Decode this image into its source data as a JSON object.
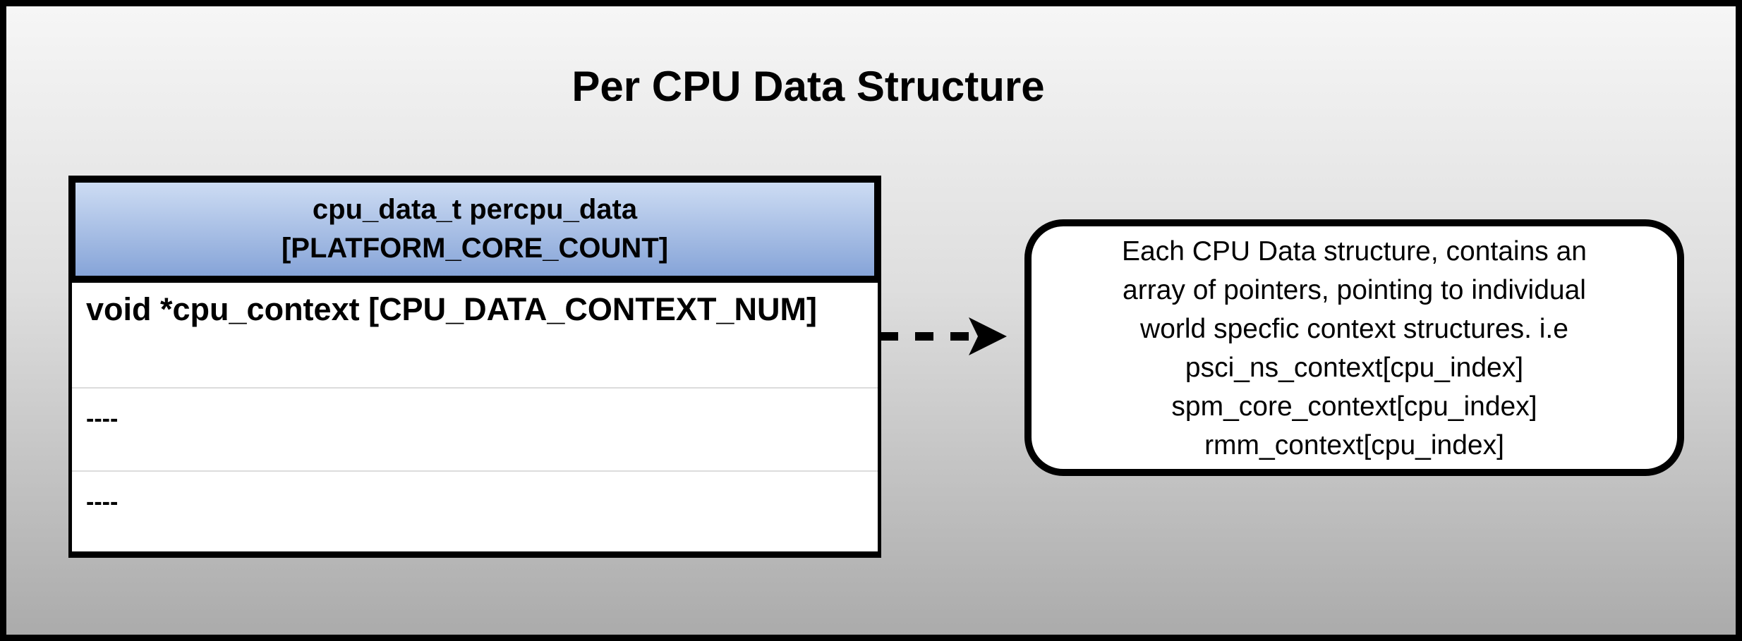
{
  "title": "Per CPU Data Structure",
  "table": {
    "header_line1": "cpu_data_t percpu_data",
    "header_line2": "[PLATFORM_CORE_COUNT]",
    "rows": [
      {
        "label": "void *cpu_context [CPU_DATA_CONTEXT_NUM]"
      },
      {
        "label": "----"
      },
      {
        "label": "----"
      }
    ]
  },
  "callout": {
    "lines": [
      "Each CPU Data structure, contains an",
      "array of pointers, pointing to individual",
      "world specfic context structures. i.e",
      "psci_ns_context[cpu_index]",
      "spm_core_context[cpu_index]",
      "rmm_context[cpu_index]"
    ]
  },
  "colors": {
    "header_gradient_top": "#cddcf3",
    "header_gradient_bottom": "#86a4d8",
    "background_gradient_top": "#f6f6f6",
    "background_gradient_bottom": "#ababab",
    "border": "#000000",
    "row_separator": "#dcdcdc"
  }
}
